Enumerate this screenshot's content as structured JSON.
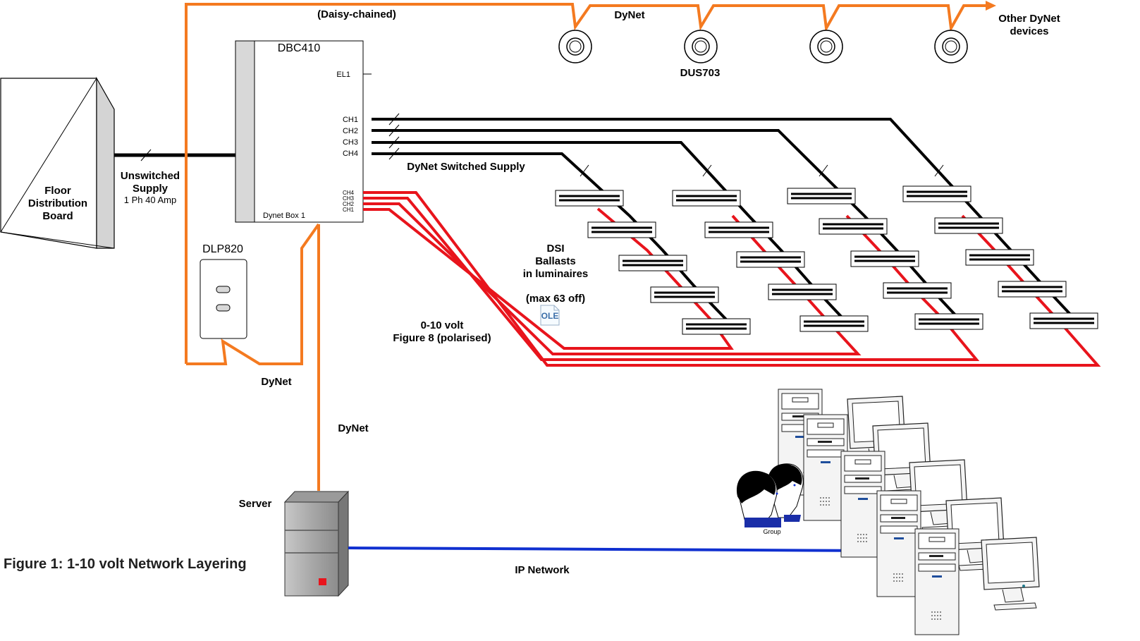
{
  "colors": {
    "dynet": "#F47A20",
    "power": "#000000",
    "signal": "#E8141C",
    "ip": "#1030D0",
    "panel": "#D8D8D8",
    "fig_title": "#1F1F1F"
  },
  "labels": {
    "daisy_chained": "(Daisy-chained)",
    "dynet_top": "DyNet",
    "other_dynet": "Other DyNet",
    "other_dynet_2": "devices",
    "dus703": "DUS703",
    "dbc410": "DBC410",
    "el1": "EL1",
    "ch1": "CH1",
    "ch2": "CH2",
    "ch3": "CH3",
    "ch4": "CH4",
    "ch4_s": "CH4",
    "ch3_s": "CH3",
    "ch2_s": "CH2",
    "ch1_s": "CH1",
    "dynet_box": "Dynet Box 1",
    "floor_1": "Floor",
    "floor_2": "Distribution",
    "floor_3": "Board",
    "unswitched_1": "Unswitched",
    "unswitched_2": "Supply",
    "unswitched_3": "1 Ph 40 Amp",
    "switched_supply": "DyNet Switched Supply",
    "dlp820": "DLP820",
    "dsi_1": "DSI",
    "dsi_2": "Ballasts",
    "dsi_3": "in luminaires",
    "max63": "(max 63 off)",
    "ole": "OLE",
    "zero_ten_1": "0-10 volt",
    "zero_ten_2": "Figure 8 (polarised)",
    "dynet_mid": "DyNet",
    "dynet_low": "DyNet",
    "server": "Server",
    "ip_network": "IP Network",
    "group": "Group",
    "figure_title": "Figure 1: 1-10 volt Network Layering"
  },
  "icons": {
    "sensor": "dus703-sensor-icon",
    "keypad": "dlp820-keypad-icon",
    "server": "server-tower-icon",
    "workstation": "workstation-icon",
    "people": "user-group-icon",
    "luminaire": "luminaire-icon"
  }
}
